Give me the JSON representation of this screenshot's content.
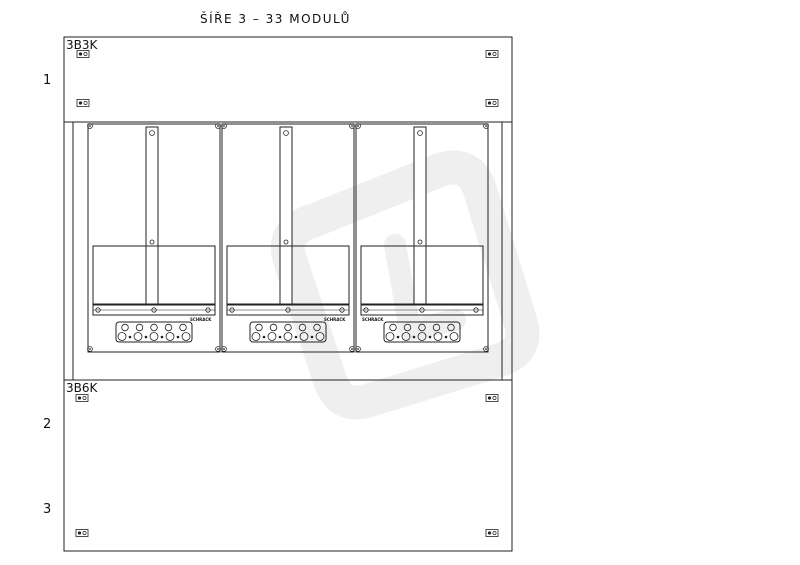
{
  "diagram": {
    "title": "ŠÍŘE 3 – 33 MODULŮ",
    "row_numbers": [
      "1",
      "2",
      "3"
    ],
    "panels": {
      "top": {
        "label": "3B3K"
      },
      "bottom": {
        "label": "3B6K"
      }
    },
    "brand": "SCHRACK",
    "breaker_units": 3
  }
}
